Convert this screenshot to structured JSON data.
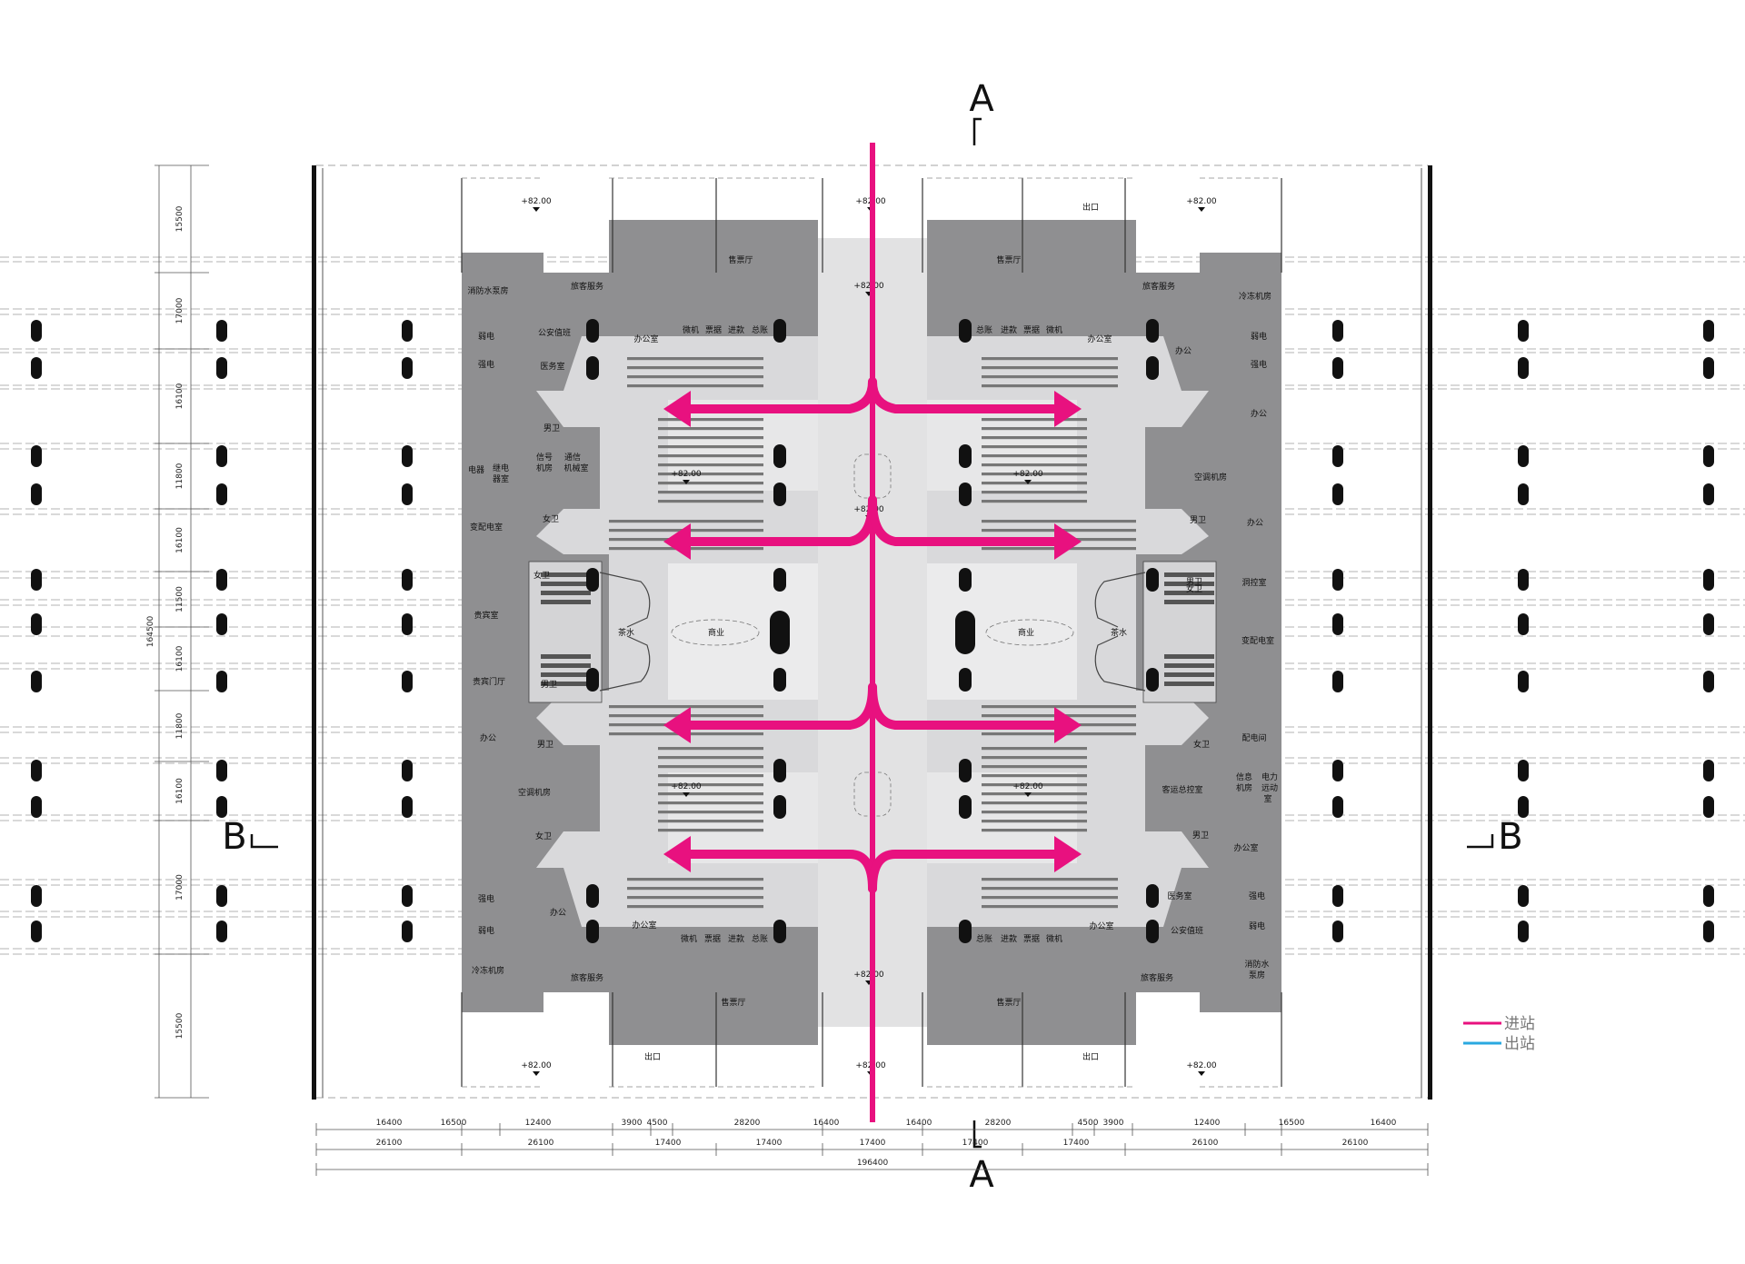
{
  "section_marks": {
    "a": "A",
    "b": "B"
  },
  "legend": [
    {
      "label": "进站",
      "color": "#e8117f"
    },
    {
      "label": "出站",
      "color": "#2aa8e0"
    }
  ],
  "flow_color": "#e8117f",
  "elevation": "+82.00",
  "dims_left": [
    "15500",
    "17000",
    "16100",
    "11800",
    "16100",
    "11500",
    "16100",
    "11800",
    "16100",
    "17000",
    "15500"
  ],
  "dim_left_total": "164500",
  "dims_bottom_1": [
    "16400",
    "16500",
    "12400",
    "3900",
    "4500",
    "28200",
    "16400",
    "16400",
    "28200",
    "4500",
    "3900",
    "12400",
    "16500",
    "16400"
  ],
  "dims_bottom_2": [
    "26100",
    "26100",
    "17400",
    "17400",
    "17400",
    "17400",
    "17400",
    "26100",
    "26100"
  ],
  "dim_bottom_total": "196400",
  "rooms": {
    "fire_pump_top": "消防水泵房",
    "fire_pump_bottom_l1": "消防水",
    "fire_pump_bottom_l2": "泵房",
    "passenger_service": "旅客服务",
    "refrig": "冷冻机房",
    "weak": "弱电",
    "strong": "强电",
    "police": "公安值班",
    "medical": "医务室",
    "office": "办公室",
    "office_short": "办公",
    "male_wc": "男卫",
    "female_wc": "女卫",
    "electric": "电器",
    "relay_l1": "继电",
    "relay_l2": "器室",
    "signal_l1": "信号",
    "signal_l2": "机房",
    "comm_l1": "通信",
    "comm_l2": "机械室",
    "substation": "变配电室",
    "vip": "贵宾室",
    "vip_gate": "贵宾门厅",
    "tea": "茶水",
    "commerce": "商业",
    "ac_room": "空调机房",
    "tunnel_ctrl": "洞控室",
    "dist_room": "配电间",
    "info_l1": "信息",
    "info_l2": "机房",
    "power_l1": "电力",
    "power_l2": "远动",
    "power_l3": "室",
    "passenger_ctrl": "客运总控室",
    "ticket_hall": "售票厅",
    "microwave": "微机",
    "ticket": "票据",
    "deposit": "进款",
    "accounts": "总账",
    "exit": "出口"
  }
}
